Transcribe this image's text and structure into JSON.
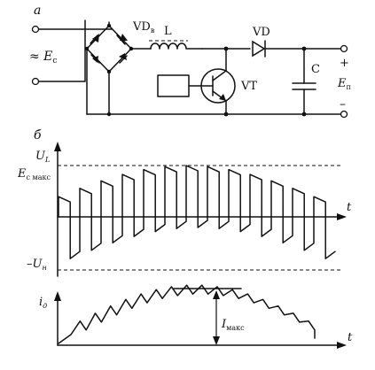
{
  "panel_a": {
    "label": "а",
    "source": "≈ E",
    "source_sub": "с",
    "rectifier": "VD",
    "rectifier_sub": "в",
    "inductor": "L",
    "diode": "VD",
    "transistor": "VT",
    "capacitor": "C",
    "output": "E",
    "output_sub": "п",
    "plus": "+",
    "minus": "–"
  },
  "panel_b": {
    "label": "б",
    "ul": "U",
    "ul_sub": "L",
    "e_max": "E",
    "e_max_sub": "с макс",
    "neg_u": "–U",
    "neg_u_sub": "н",
    "t1": "t",
    "id": "i",
    "id_sub": "д",
    "i_max": "I",
    "i_max_sub": "макс",
    "t2": "t"
  }
}
